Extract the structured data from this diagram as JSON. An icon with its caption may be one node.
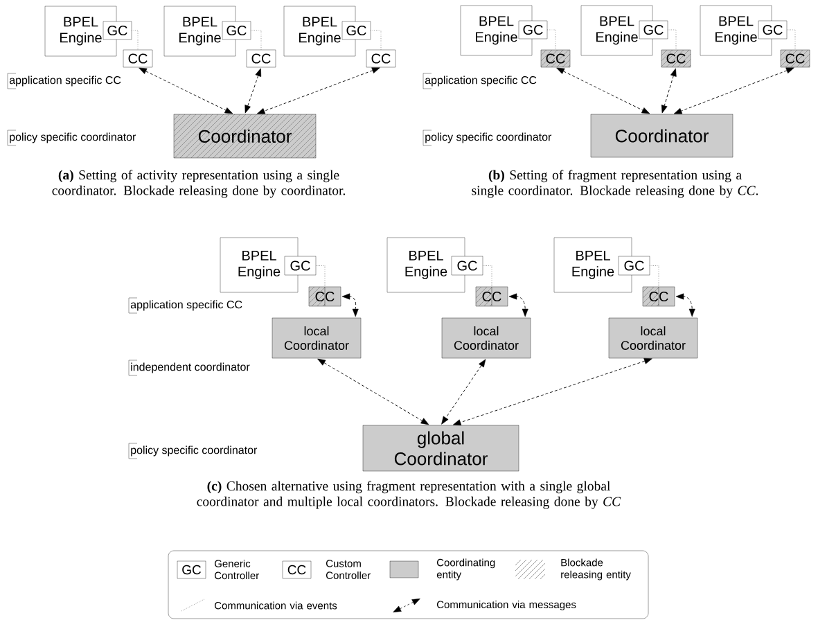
{
  "diagram": {
    "nodes": [
      {
        "text": [
          "BPEL Engine"
        ]
      },
      {
        "text": [
          "GC"
        ]
      },
      {
        "text": [
          "CC"
        ]
      },
      {
        "text": [
          "BPEL Engine"
        ]
      },
      {
        "text": [
          "GC"
        ]
      },
      {
        "text": [
          "CC"
        ]
      },
      {
        "text": [
          "BPEL Engine"
        ]
      },
      {
        "text": [
          "GC"
        ]
      },
      {
        "text": [
          "CC"
        ]
      },
      {
        "text": [
          "Coordinator"
        ]
      },
      {
        "text": [
          "BPEL Engine"
        ]
      },
      {
        "text": [
          "GC"
        ]
      },
      {
        "text": [
          "CC"
        ]
      },
      {
        "text": [
          "BPEL Engine"
        ]
      },
      {
        "text": [
          "GC"
        ]
      },
      {
        "text": [
          "CC"
        ]
      },
      {
        "text": [
          "BPEL Engine"
        ]
      },
      {
        "text": [
          "GC"
        ]
      },
      {
        "text": [
          "CC"
        ]
      },
      {
        "text": [
          "Coordinator"
        ]
      },
      {
        "text": [
          "BPEL Engine"
        ]
      },
      {
        "text": [
          "GC"
        ]
      },
      {
        "text": [
          "CC"
        ]
      },
      {
        "text": [
          "BPEL Engine"
        ]
      },
      {
        "text": [
          "GC"
        ]
      },
      {
        "text": [
          "CC"
        ]
      },
      {
        "text": [
          "BPEL Engine"
        ]
      },
      {
        "text": [
          "GC"
        ]
      },
      {
        "text": [
          "CC"
        ]
      },
      {
        "text": [
          "local Coordinator"
        ]
      },
      {
        "text": [
          "local Coordinator"
        ]
      },
      {
        "text": [
          "local Coordinator"
        ]
      },
      {
        "text": [
          "global Coordinator"
        ]
      },
      {
        "text": [
          "GC"
        ]
      },
      {
        "text": [
          "CC"
        ]
      }
    ],
    "edges": [
      {
        "from": 1,
        "to": 2,
        "arrow": "none"
      },
      {
        "from": 4,
        "to": 5,
        "arrow": "none"
      },
      {
        "from": 7,
        "to": 8,
        "arrow": "none"
      },
      {
        "from": 2,
        "to": 9,
        "arrow": "both",
        "style": "dashed"
      },
      {
        "from": 5,
        "to": 9,
        "arrow": "both",
        "style": "dashed"
      },
      {
        "from": 8,
        "to": 9,
        "arrow": "both",
        "style": "dashed"
      },
      {
        "from": 11,
        "to": 12,
        "arrow": "none"
      },
      {
        "from": 14,
        "to": 15,
        "arrow": "none"
      },
      {
        "from": 17,
        "to": 18,
        "arrow": "none"
      },
      {
        "from": 12,
        "to": 19,
        "arrow": "both",
        "style": "dashed"
      },
      {
        "from": 15,
        "to": 19,
        "arrow": "both",
        "style": "dashed"
      },
      {
        "from": 18,
        "to": 19,
        "arrow": "both",
        "style": "dashed"
      },
      {
        "from": 21,
        "to": 22,
        "arrow": "none"
      },
      {
        "from": 24,
        "to": 25,
        "arrow": "none"
      },
      {
        "from": 27,
        "to": 28,
        "arrow": "none"
      },
      {
        "from": 22,
        "to": 29,
        "arrow": "both",
        "style": "dashed"
      },
      {
        "from": 25,
        "to": 30,
        "arrow": "both",
        "style": "dashed"
      },
      {
        "from": 28,
        "to": 31,
        "arrow": "both",
        "style": "dashed"
      },
      {
        "from": 29,
        "to": 32,
        "arrow": "both",
        "style": "dashed"
      },
      {
        "from": 30,
        "to": 32,
        "arrow": "both",
        "style": "dashed"
      },
      {
        "from": 31,
        "to": 32,
        "arrow": "both",
        "style": "dashed"
      }
    ],
    "labels": [
      "application specific CC",
      "policy specific coordinator",
      "**(a)** Setting of activity representation using a single coordinator. Blockade releasing done by coordinator.",
      "application specific CC",
      "policy specific coordinator",
      "**(b)** Setting of fragment representation using a single coordinator. Blockade releasing done by *CC*.",
      "application specific CC",
      "independent coordinator",
      "policy specific coordinator",
      "**(c)** Chosen alternative using fragment representation with a single global coordinator and multiple local coordinators. Blockade releasing done by *CC*"
    ],
    "legend": [
      {
        "text": "Generic Controller"
      },
      {
        "text": "Custom Controller"
      },
      {
        "text": "Coordinating entity",
        "color": "#cccccc"
      },
      {
        "text": "Blockade releasing entity"
      },
      {
        "text": "Communication via events"
      },
      {
        "text": "Communication via messages"
      }
    ]
  }
}
